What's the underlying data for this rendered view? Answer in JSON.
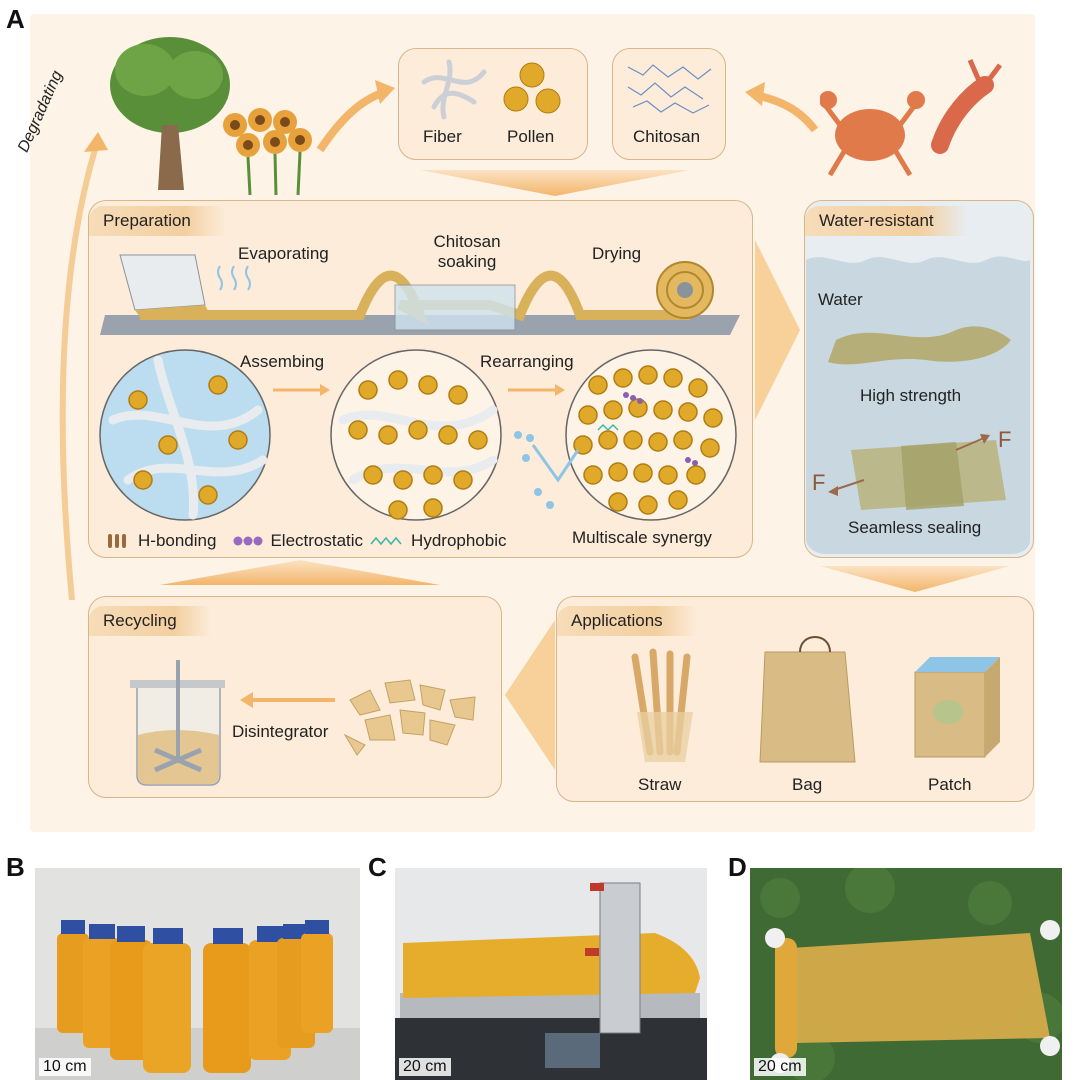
{
  "panels": {
    "a": "A",
    "b": "B",
    "c": "C",
    "d": "D"
  },
  "top": {
    "degrading": "Degradating",
    "fiber": "Fiber",
    "pollen": "Pollen",
    "chitosan": "Chitosan"
  },
  "preparation": {
    "title": "Preparation",
    "evaporating": "Evaporating",
    "chitosan_soaking_1": "Chitosan",
    "chitosan_soaking_2": "soaking",
    "drying": "Drying",
    "assembing": "Assembing",
    "rearranging": "Rearranging",
    "legend_h": "H-bonding",
    "legend_e": "Electrostatic",
    "legend_p": "Hydrophobic",
    "multiscale": "Multiscale synergy"
  },
  "water_resistant": {
    "title": "Water-resistant",
    "water": "Water",
    "high_strength": "High strength",
    "force": "F",
    "seamless": "Seamless sealing"
  },
  "recycling": {
    "title": "Recycling",
    "disintegrator": "Disintegrator"
  },
  "applications": {
    "title": "Applications",
    "straw": "Straw",
    "bag": "Bag",
    "patch": "Patch"
  },
  "photos": {
    "b_scale": "10 cm",
    "c_scale": "20 cm",
    "d_scale": "20 cm"
  },
  "colors": {
    "arrow": "#f2b66b",
    "box_fill": "#fcecd9",
    "box_border": "#d9b58a",
    "pollen": "#e0a92a",
    "water": "#bfd6e6"
  }
}
